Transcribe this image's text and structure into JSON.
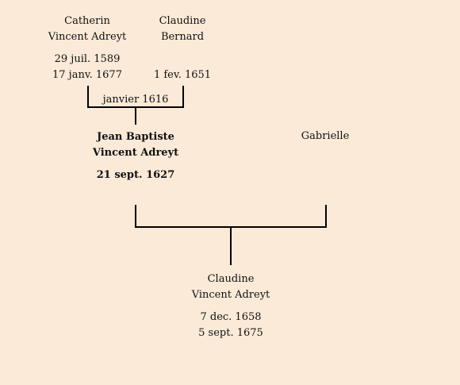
{
  "father": {
    "name_line1": "Catherin",
    "name_line2": "Vincent Adreyt",
    "birth": "29 juil. 1589",
    "death": "17 janv. 1677"
  },
  "mother": {
    "name_line1": "Claudine",
    "name_line2": "Bernard",
    "birth": "",
    "death": "1 fev. 1651"
  },
  "parents_marriage": "janvier 1616",
  "subject": {
    "name_line1": "Jean Baptiste",
    "name_line2": "Vincent Adreyt",
    "birth": "21 sept. 1627"
  },
  "spouse": {
    "name": "Gabrielle"
  },
  "child": {
    "name_line1": "Claudine",
    "name_line2": "Vincent Adreyt",
    "birth": "7 dec. 1658",
    "death": "5 sept. 1675"
  }
}
